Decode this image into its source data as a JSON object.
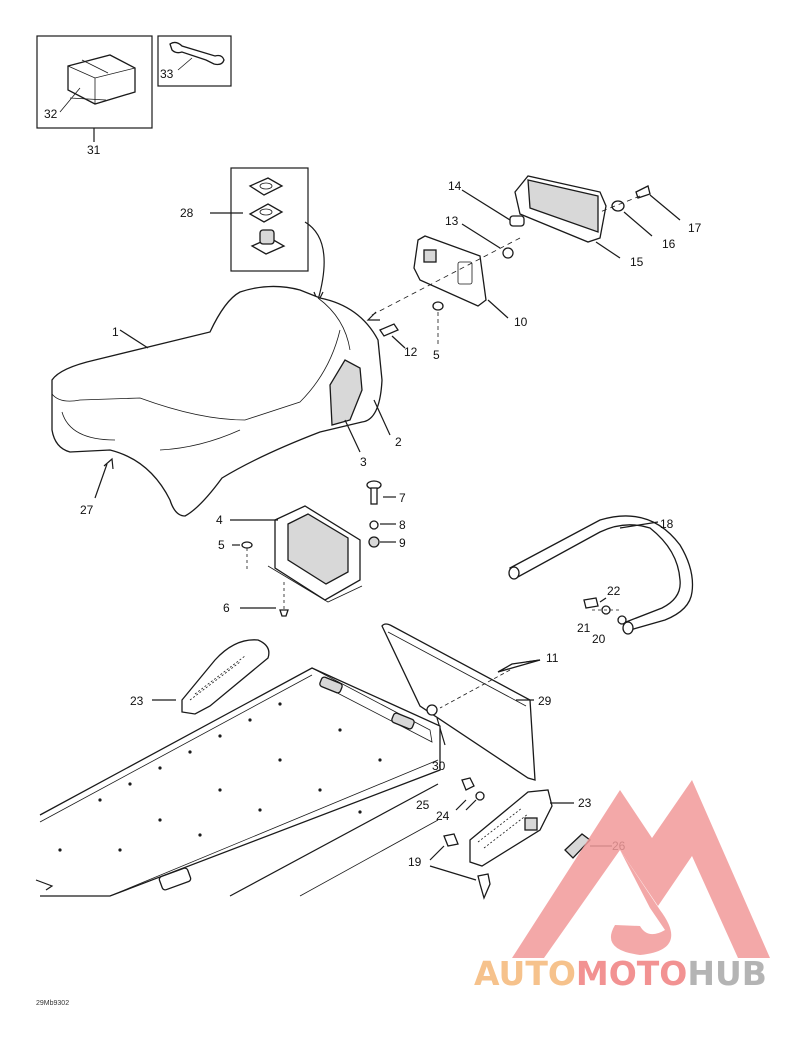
{
  "diagram": {
    "callouts": {
      "c1": "1",
      "c2": "2",
      "c3": "3",
      "c4": "4",
      "c5a": "5",
      "c5b": "5",
      "c6": "6",
      "c7": "7",
      "c8": "8",
      "c9": "9",
      "c10": "10",
      "c11": "11",
      "c12": "12",
      "c13": "13",
      "c14": "14",
      "c15": "15",
      "c16": "16",
      "c17": "17",
      "c18": "18",
      "c19": "19",
      "c20": "20",
      "c21": "21",
      "c22": "22",
      "c23a": "23",
      "c23b": "23",
      "c24": "24",
      "c25": "25",
      "c26": "26",
      "c27": "27",
      "c28": "28",
      "c29": "29",
      "c30": "30",
      "c31": "31",
      "c32": "32",
      "c33": "33"
    },
    "drawing_code": "29Mb9302"
  },
  "watermark": {
    "part1": "AUTO",
    "part2": "MOTO",
    "part3": "HUB",
    "colors": {
      "light": "#f5b878",
      "red": "#f08080",
      "gray": "#a8a8a8",
      "triangle": "#f29a9a"
    }
  }
}
